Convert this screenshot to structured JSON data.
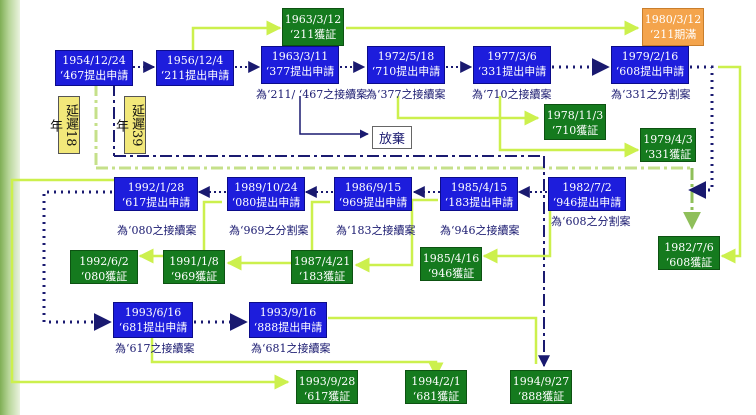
{
  "colors": {
    "application": "#1d1ddc",
    "grant": "#157a1e",
    "expire": "#f4a44c",
    "flow_green": "#ccf04d",
    "flow_navy": "#1a1a70",
    "delay": "#f2e87a"
  },
  "applications": [
    {
      "id": "a1954",
      "date": "1954/12/24",
      "label": "‘467提出申請"
    },
    {
      "id": "a1956",
      "date": "1956/12/4",
      "label": "‘211提出申請"
    },
    {
      "id": "a1963",
      "date": "1963/3/11",
      "label": "‘377提出申請"
    },
    {
      "id": "a1972",
      "date": "1972/5/18",
      "label": "‘710提出申請"
    },
    {
      "id": "a1977",
      "date": "1977/3/6",
      "label": "‘331提出申請"
    },
    {
      "id": "a1979",
      "date": "1979/2/16",
      "label": "‘608提出申請"
    },
    {
      "id": "a1982",
      "date": "1982/7/2",
      "label": "‘946提出申請"
    },
    {
      "id": "a1985",
      "date": "1985/4/15",
      "label": "‘183提出申請"
    },
    {
      "id": "a1986",
      "date": "1986/9/15",
      "label": "‘969提出申請"
    },
    {
      "id": "a1989",
      "date": "1989/10/24",
      "label": "‘080提出申請"
    },
    {
      "id": "a1992",
      "date": "1992/1/28",
      "label": "‘617提出申請"
    },
    {
      "id": "a1993a",
      "date": "1993/6/16",
      "label": "‘681提出申請"
    },
    {
      "id": "a1993b",
      "date": "1993/9/16",
      "label": "‘888提出申請"
    }
  ],
  "grants": [
    {
      "id": "g1963",
      "date": "1963/3/12",
      "label": "‘211獲証"
    },
    {
      "id": "g1978",
      "date": "1978/11/3",
      "label": "‘710獲証"
    },
    {
      "id": "g1979",
      "date": "1979/4/3",
      "label": "‘331獲証"
    },
    {
      "id": "g1982",
      "date": "1982/7/6",
      "label": "‘608獲証"
    },
    {
      "id": "g1985",
      "date": "1985/4/16",
      "label": "‘946獲証"
    },
    {
      "id": "g1987",
      "date": "1987/4/21",
      "label": "‘183獲証"
    },
    {
      "id": "g1991",
      "date": "1991/1/8",
      "label": "‘969獲証"
    },
    {
      "id": "g1992",
      "date": "1992/6/2",
      "label": "‘080獲証"
    },
    {
      "id": "g1993",
      "date": "1993/9/28",
      "label": "‘617獲証"
    },
    {
      "id": "g1994a",
      "date": "1994/2/1",
      "label": "‘681獲証"
    },
    {
      "id": "g1994b",
      "date": "1994/9/27",
      "label": "‘888獲証"
    }
  ],
  "expired": {
    "date": "1980/3/12",
    "label": "‘211期滿"
  },
  "notes": {
    "n377": "為‘211/ ‘467之接續案",
    "n710": "為‘377之接續案",
    "n331": "為‘710之接續案",
    "n608": "為‘331之分割案",
    "n946": "為‘608之分割案",
    "n183": "為‘946之接續案",
    "n969": "為‘183之接續案",
    "n080": "為‘969之分割案",
    "n617": "為‘080之接續案",
    "n681": "為‘617之接續案",
    "n888": "為‘681之接續案"
  },
  "abandon": "放棄",
  "delay18": "延遲18年",
  "delay39": "延遲39年"
}
